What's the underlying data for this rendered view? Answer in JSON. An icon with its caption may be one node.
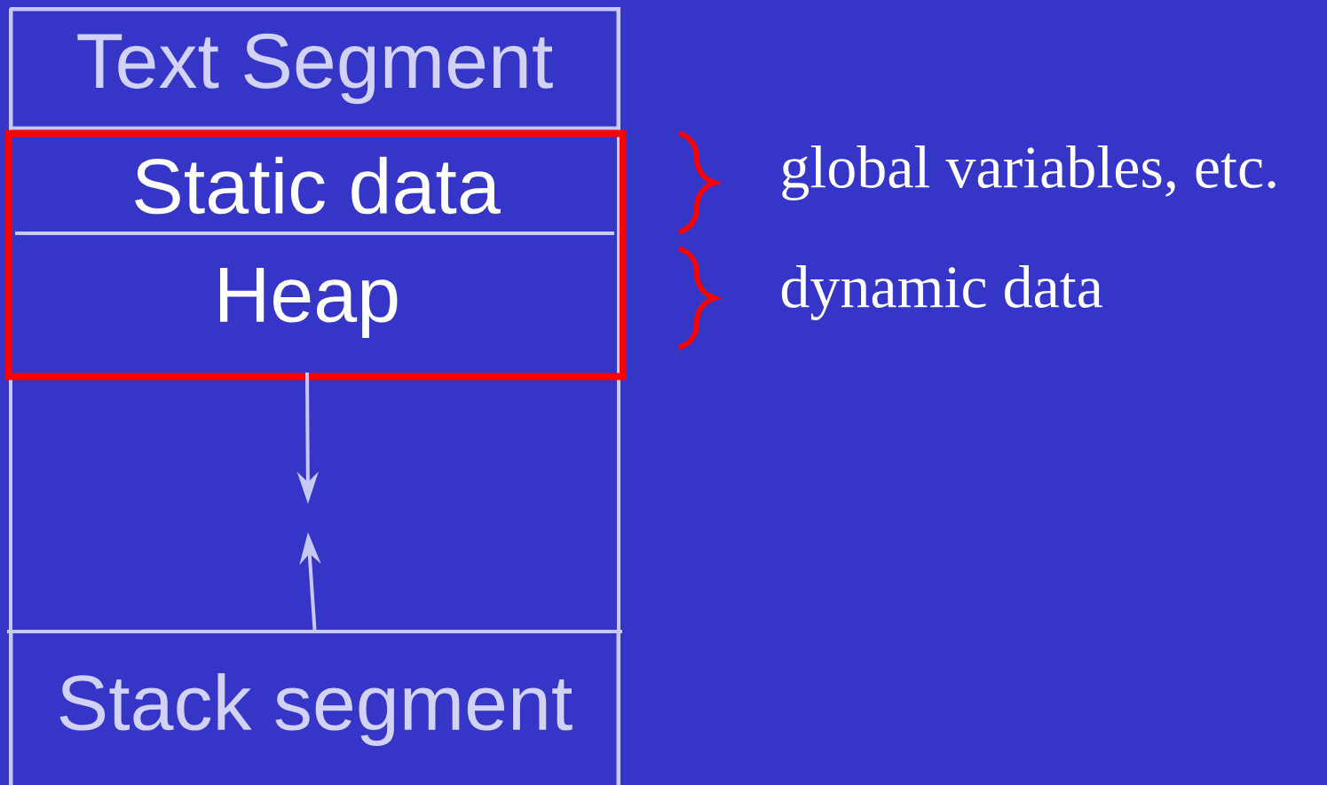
{
  "diagram": {
    "nodes": [
      {
        "text": [
          "Text Segment"
        ]
      },
      {
        "text": [],
        "shape": "box"
      },
      {
        "text": [
          "Static data"
        ],
        "in": 1
      },
      {
        "text": [
          "Heap"
        ],
        "in": 1
      },
      {
        "text": [
          "Stack segment"
        ]
      }
    ],
    "edges": [
      {
        "from": 3,
        "to": null,
        "arrow": "to"
      },
      {
        "from": 4,
        "to": null,
        "arrow": "to"
      }
    ],
    "labels": [
      "global variables, etc.",
      "dynamic data"
    ]
  }
}
